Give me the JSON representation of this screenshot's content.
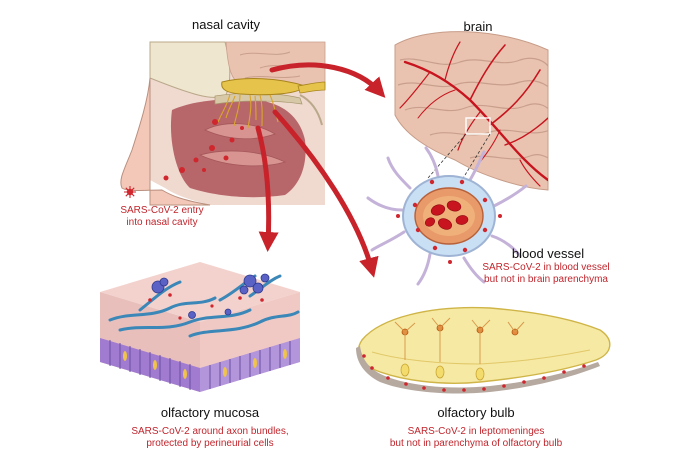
{
  "panels": {
    "nasal": {
      "title": "nasal cavity",
      "caption_lines": [
        "SARS-CoV-2 entry",
        "into nasal cavity"
      ]
    },
    "brain": {
      "title": "brain"
    },
    "vessel": {
      "title": "blood vessel",
      "caption_lines": [
        "SARS-CoV-2 in blood vessel",
        "but not in brain parenchyma"
      ]
    },
    "mucosa": {
      "title": "olfactory mucosa",
      "caption_lines": [
        "SARS-CoV-2 around axon bundles,",
        "protected by perineurial cells"
      ]
    },
    "bulb": {
      "title": "olfactory bulb",
      "caption_lines": [
        "SARS-CoV-2 in leptomeninges",
        "but not in parenchyma of olfactory bulb"
      ]
    }
  },
  "colors": {
    "arrow": "#c8232b",
    "virus": "#d0262e",
    "brain": "#e9c3b0",
    "vessel": "#c8141e",
    "nerve": "#e6c34a",
    "mucosa_epithelium": "#a07bd0",
    "axon_bundle": "#3a87b8",
    "bone": "#efe6cf"
  }
}
